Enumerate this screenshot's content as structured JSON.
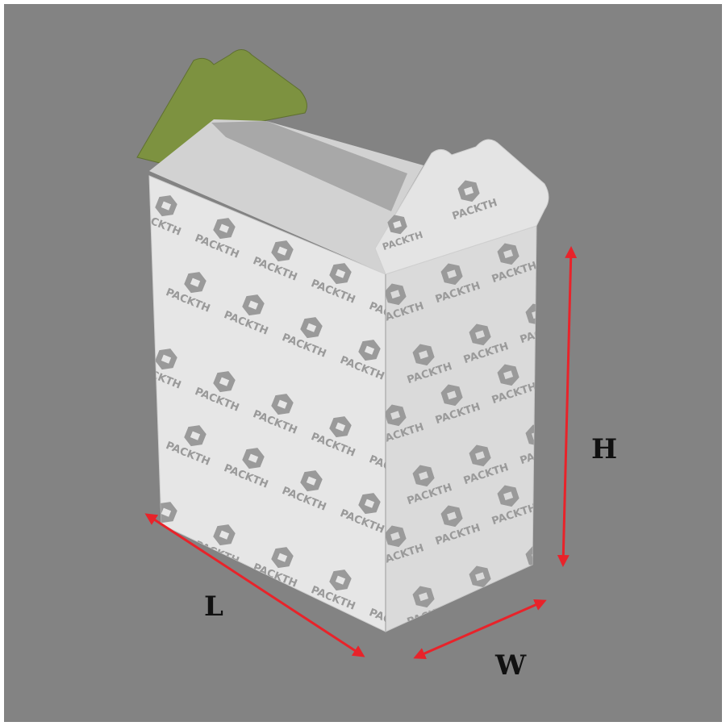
{
  "brand": {
    "logo_text": "PACKTH"
  },
  "dimensions": {
    "length_label": "L",
    "width_label": "W",
    "height_label": "H"
  },
  "colors": {
    "background": "#838383",
    "box_front": "#e6e6e6",
    "box_side": "#d9d9d9",
    "flap_inner": "#7d9240",
    "arrow": "#e8232a",
    "logo": "#9a9a9a"
  }
}
